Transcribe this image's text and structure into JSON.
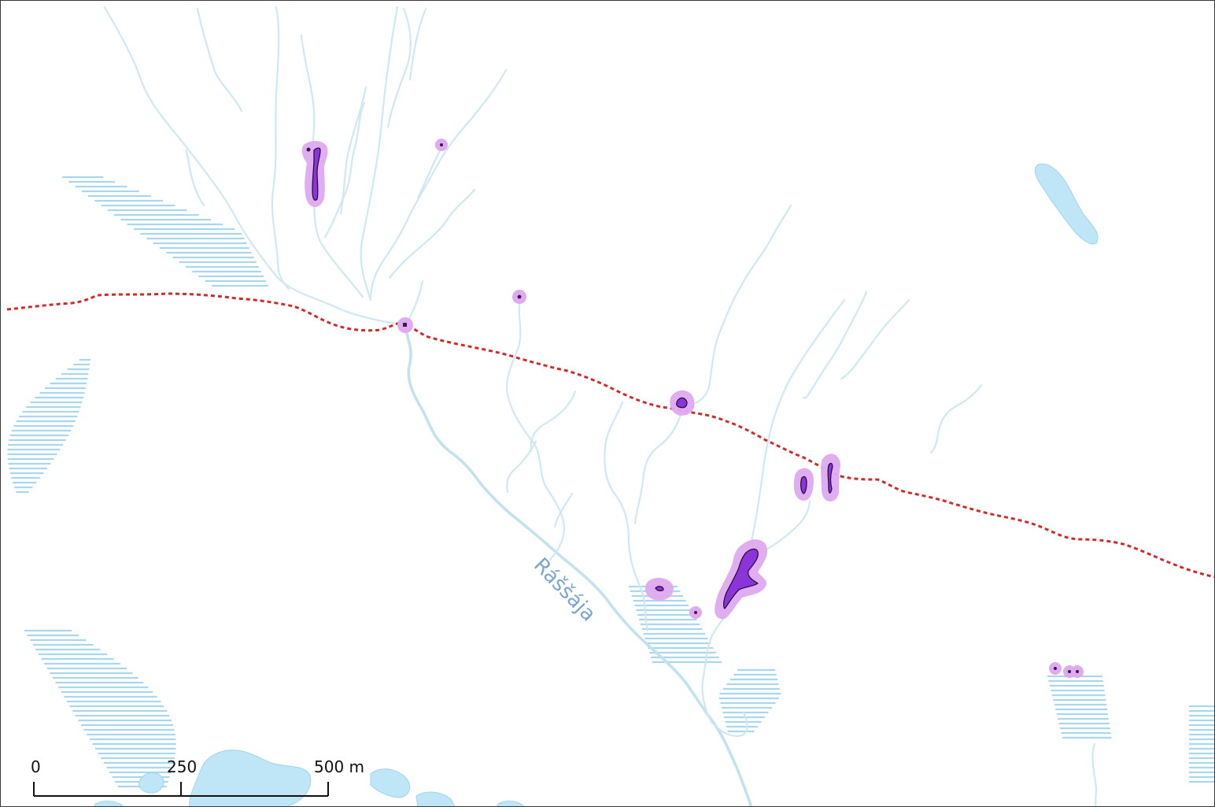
{
  "map": {
    "river_label": "Ráššája",
    "colors": {
      "water": "#bfe6f6",
      "stream": "#cfe8f3",
      "marsh_hatch": "#a9d8ee",
      "trail": "#d22a2a",
      "feature_fill": "#8a34d9",
      "feature_halo": "#dfaaf0"
    }
  },
  "scale_bar": {
    "labels": [
      "0",
      "250",
      "500 m"
    ],
    "max_meters": 500,
    "ticks_meters": [
      0,
      250,
      500
    ]
  }
}
